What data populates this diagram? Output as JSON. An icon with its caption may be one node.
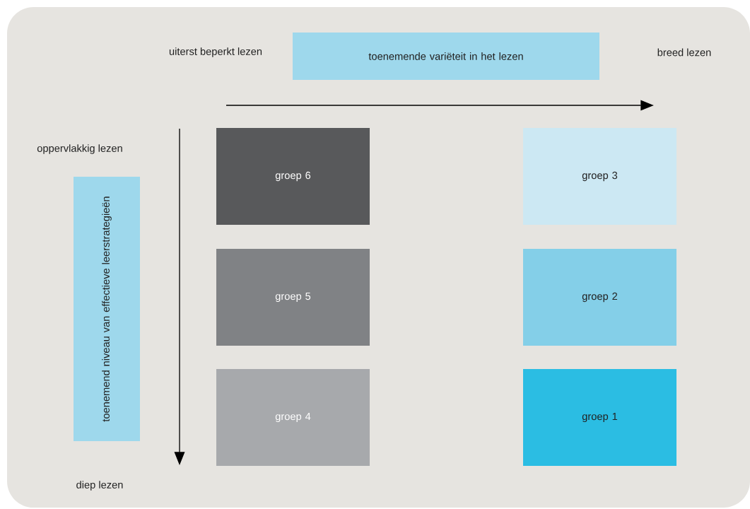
{
  "diagram": {
    "nodes": [
      {
        "text": [
          "toenemende variëteit in het lezen"
        ]
      },
      {
        "text": [
          "toenemend niveau van effectieve leerstrategieën"
        ]
      },
      {
        "text": [
          "groep 6"
        ]
      },
      {
        "text": [
          "groep 3"
        ]
      },
      {
        "text": [
          "groep 5"
        ]
      },
      {
        "text": [
          "groep 2"
        ]
      },
      {
        "text": [
          "groep 4"
        ]
      },
      {
        "text": [
          "groep 1"
        ]
      }
    ],
    "labels": [
      "uiterst beperkt lezen",
      "breed lezen",
      "oppervlakkig lezen",
      "diep lezen"
    ]
  }
}
